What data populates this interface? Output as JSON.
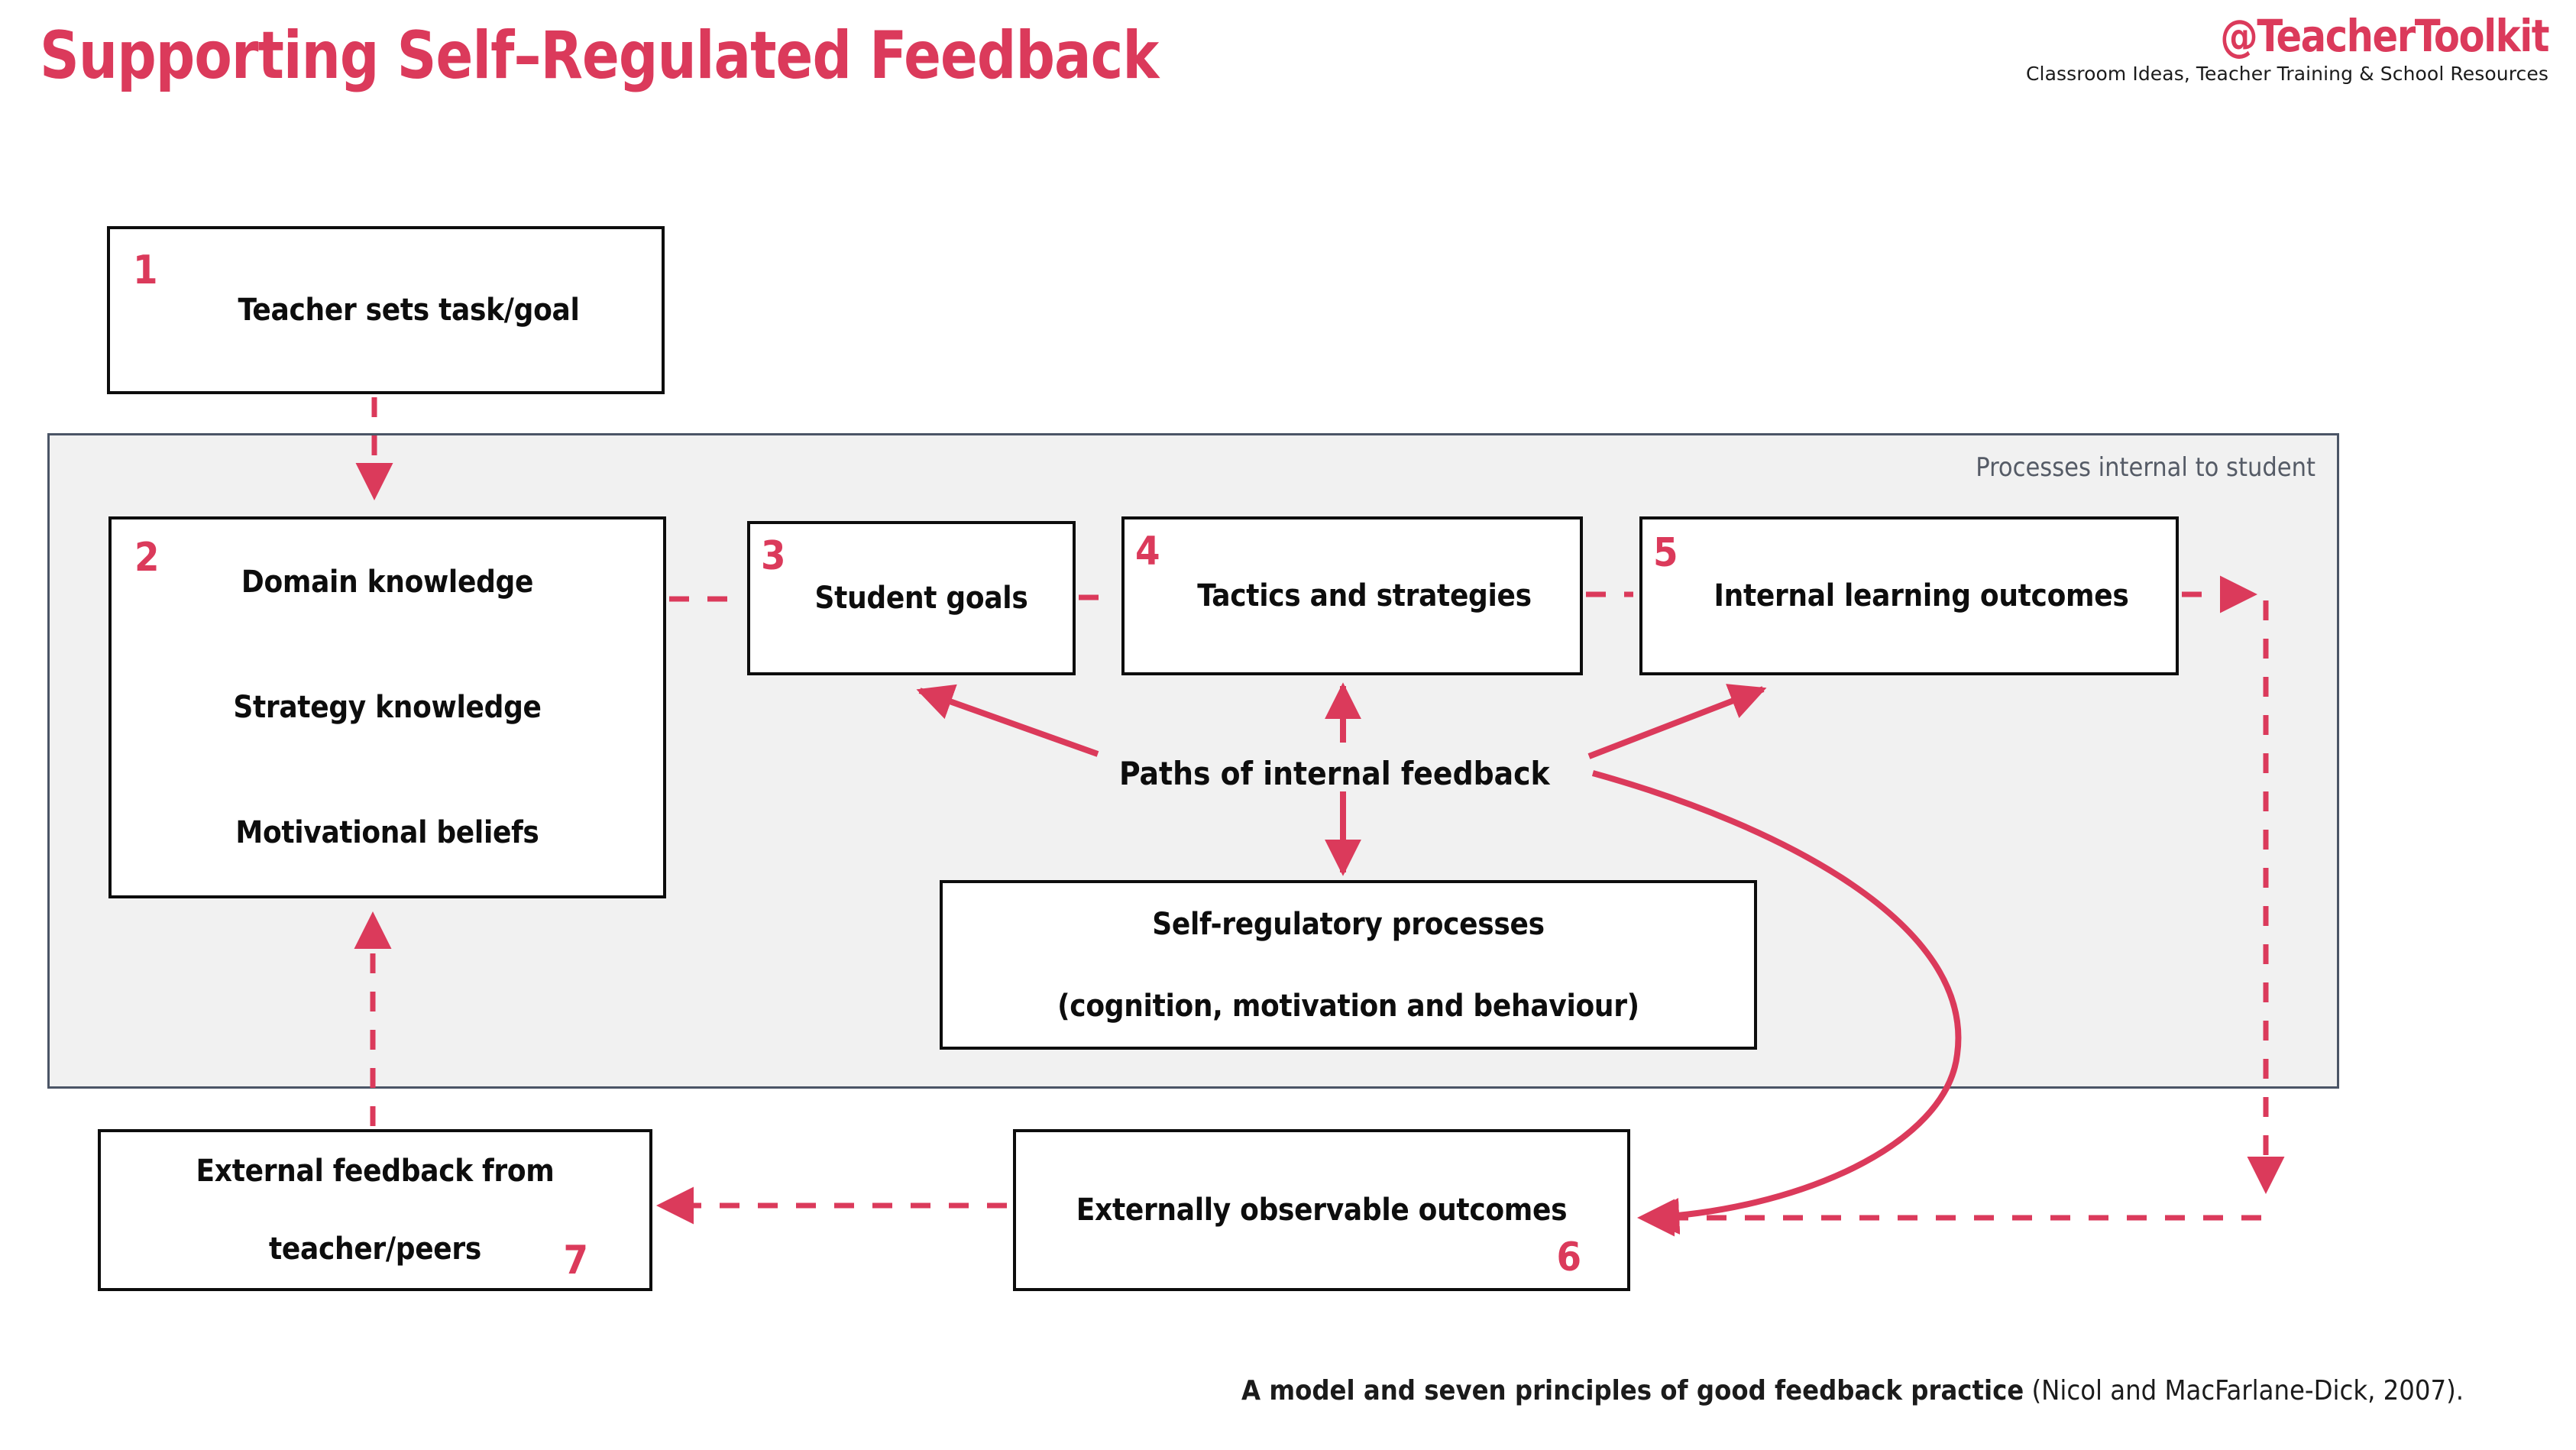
{
  "header": {
    "title": "Supporting Self–Regulated Feedback",
    "brand_name": "@TeacherToolkit",
    "brand_tagline": "Classroom Ideas, Teacher Training & School Resources"
  },
  "colors": {
    "accent_red": "#DB3A5B",
    "panel_fill": "#f1f1f1",
    "panel_border": "#4b5566",
    "box_border": "#0d0d0d",
    "text": "#0d0d0d",
    "panel_label_text": "#555b66"
  },
  "panel": {
    "label": "Processes internal to student"
  },
  "nodes": {
    "n1": {
      "badge": "1",
      "lines": [
        "Teacher sets task/goal"
      ]
    },
    "n2": {
      "badge": "2",
      "lines": [
        "Domain knowledge",
        "Strategy knowledge",
        "Motivational beliefs"
      ]
    },
    "n3": {
      "badge": "3",
      "lines": [
        "Student goals"
      ]
    },
    "n4": {
      "badge": "4",
      "lines": [
        "Tactics and strategies"
      ]
    },
    "n5": {
      "badge": "5",
      "lines": [
        "Internal learning outcomes"
      ]
    },
    "self_reg": {
      "badge": "",
      "lines": [
        "Self-regulatory processes",
        "(cognition, motivation and behaviour)"
      ]
    },
    "n6": {
      "badge": "6",
      "lines": [
        "Externally observable outcomes"
      ]
    },
    "n7": {
      "badge": "7",
      "lines": [
        "External feedback from",
        "teacher/peers"
      ]
    }
  },
  "labels": {
    "paths_of_internal_feedback": "Paths of internal feedback"
  },
  "caption": {
    "bold_part": "A model and seven principles of good feedback practice",
    "rest_part": " (Nicol and MacFarlane-Dick, 2007)."
  }
}
